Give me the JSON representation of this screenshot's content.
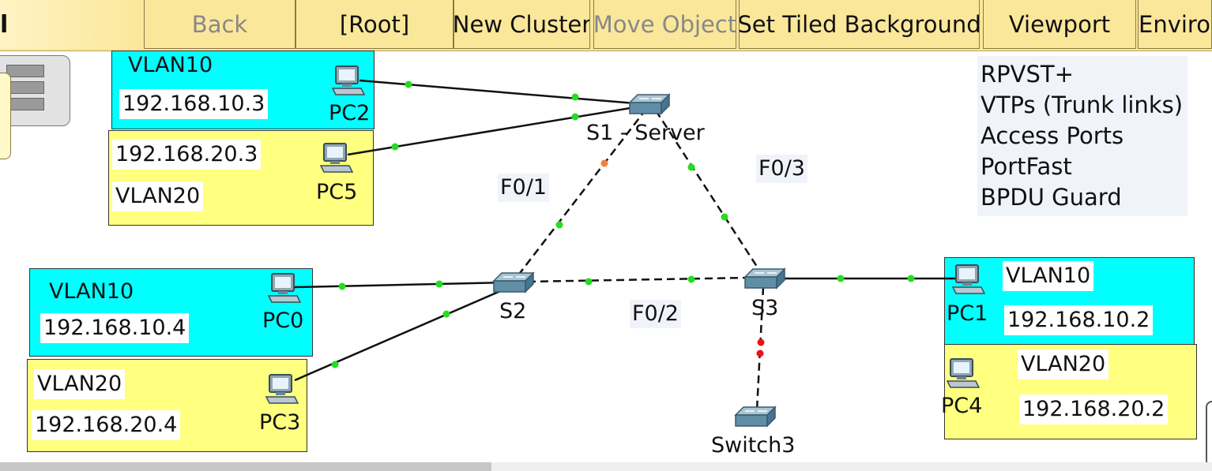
{
  "toolbar": {
    "first_label": "l",
    "back": "Back",
    "root": "[Root]",
    "new_cluster": "New Cluster",
    "move_object": "Move Object",
    "set_tiled_background": "Set Tiled Background",
    "viewport": "Viewport",
    "environment": "Environ"
  },
  "zones": {
    "pc2_vlan": "VLAN10",
    "pc2_ip": "192.168.10.3",
    "pc5_ip": "192.168.20.3",
    "pc5_vlan": "VLAN20",
    "pc0_vlan": "VLAN10",
    "pc0_ip": "192.168.10.4",
    "pc3_vlan": "VLAN20",
    "pc3_ip": "192.168.20.4",
    "pc1_vlan": "VLAN10",
    "pc1_ip": "192.168.10.2",
    "pc4_vlan": "VLAN20",
    "pc4_ip": "192.168.20.2"
  },
  "devices": {
    "pc2": "PC2",
    "pc5": "PC5",
    "pc0": "PC0",
    "pc3": "PC3",
    "pc1": "PC1",
    "pc4": "PC4",
    "s1": "S1 - Server",
    "s2": "S2",
    "s3": "S3",
    "switch3": "Switch3"
  },
  "port_notes": {
    "f01": "F0/1",
    "f02": "F0/2",
    "f03": "F0/3"
  },
  "legend": [
    "RPVST+",
    "VTPs (Trunk links)",
    "Access Ports",
    "PortFast",
    "BPDU Guard"
  ],
  "colors": {
    "toolbar_bg": "#fbe79a",
    "vlan10_zone": "#00ffff",
    "vlan20_zone": "#ffff80",
    "link_up": "#22dd22",
    "link_down": "#ee1111",
    "link_blocking": "#f08040"
  }
}
